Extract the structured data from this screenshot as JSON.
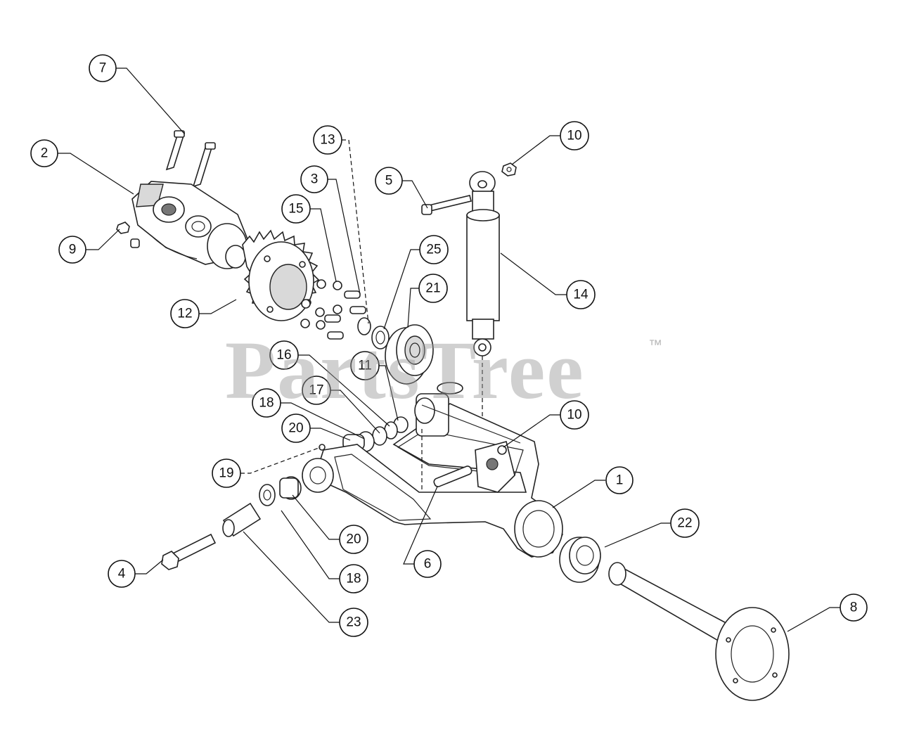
{
  "watermark": {
    "text": "PartsTree",
    "tm": "™"
  },
  "callouts": [
    {
      "id": "c7",
      "label": "7"
    },
    {
      "id": "c2",
      "label": "2"
    },
    {
      "id": "c9",
      "label": "9"
    },
    {
      "id": "c12",
      "label": "12"
    },
    {
      "id": "c13",
      "label": "13"
    },
    {
      "id": "c3",
      "label": "3"
    },
    {
      "id": "c15",
      "label": "15"
    },
    {
      "id": "c25",
      "label": "25"
    },
    {
      "id": "c21",
      "label": "21"
    },
    {
      "id": "c5",
      "label": "5"
    },
    {
      "id": "c10a",
      "label": "10"
    },
    {
      "id": "c14",
      "label": "14"
    },
    {
      "id": "c16",
      "label": "16"
    },
    {
      "id": "c11",
      "label": "11"
    },
    {
      "id": "c17",
      "label": "17"
    },
    {
      "id": "c18a",
      "label": "18"
    },
    {
      "id": "c20a",
      "label": "20"
    },
    {
      "id": "c19",
      "label": "19"
    },
    {
      "id": "c10b",
      "label": "10"
    },
    {
      "id": "c1",
      "label": "1"
    },
    {
      "id": "c22",
      "label": "22"
    },
    {
      "id": "c20b",
      "label": "20"
    },
    {
      "id": "c6",
      "label": "6"
    },
    {
      "id": "c4",
      "label": "4"
    },
    {
      "id": "c18b",
      "label": "18"
    },
    {
      "id": "c23",
      "label": "23"
    },
    {
      "id": "c8",
      "label": "8"
    }
  ]
}
